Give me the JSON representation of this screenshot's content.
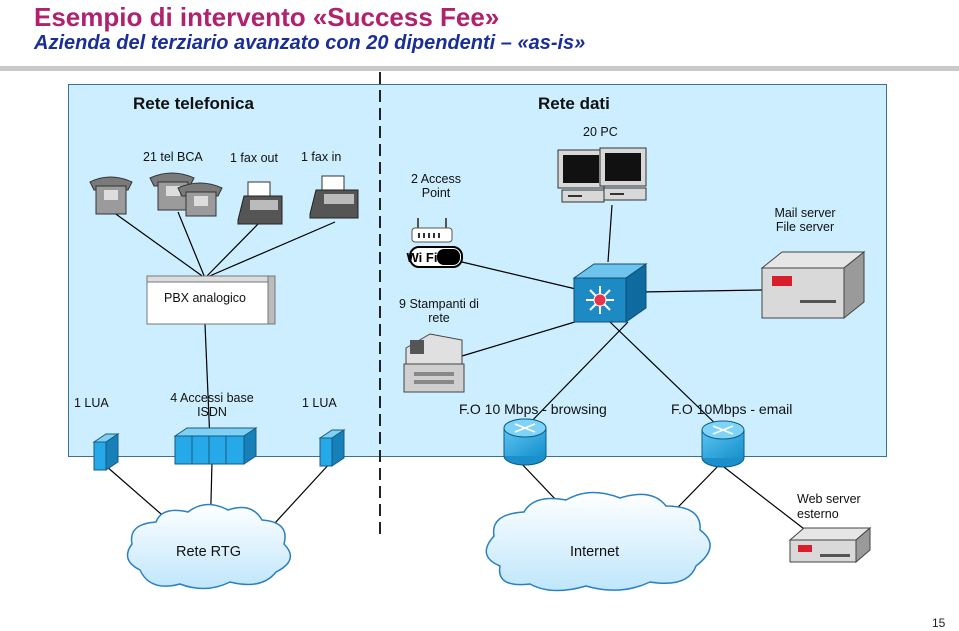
{
  "header": {
    "title": "Esempio di intervento «Success Fee»",
    "subtitle": "Azienda del terziario avanzato con 20 dipendenti – «as-is»"
  },
  "telephony": {
    "heading": "Rete telefonica",
    "phones": "21 tel BCA",
    "fax_out": "1 fax out",
    "fax_in": "1 fax in",
    "pbx": "PBX analogico",
    "lua_left": "1 LUA",
    "isdn": "4 Accessi base ISDN",
    "lua_right": "1 LUA",
    "cloud": "Rete RTG"
  },
  "data_network": {
    "heading": "Rete dati",
    "pcs": "20 PC",
    "access_point": "2 Access Point",
    "wifi_logo": "Wi Fi",
    "printers": "9 Stampanti di rete",
    "servers": "Mail server File server",
    "line1": "F.O 10 Mbps - browsing",
    "line2": "F.O  10Mbps - email",
    "web_server": "Web server esterno",
    "cloud": "Internet"
  },
  "page_number": "15",
  "colors": {
    "title": "#b0226e",
    "subtitle": "#1a2f96",
    "panel": "#cceeff",
    "switch": "#1d8ac4",
    "router": "#2aa8e0",
    "lua_box": "#25a9e8"
  }
}
